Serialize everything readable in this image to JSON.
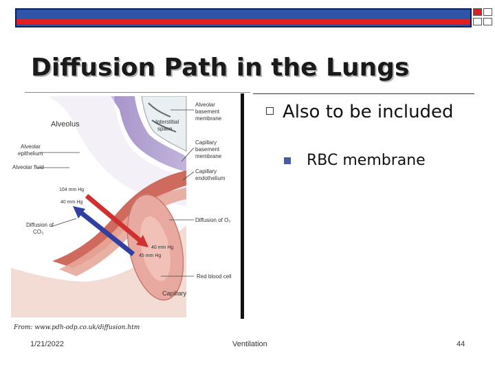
{
  "slide": {
    "title": "Diffusion Path in the Lungs",
    "bullet_main": "Also  to be included",
    "bullet_sub": "RBC membrane",
    "source": "From: www.pdh-odp.co.uk/diffusion.htm"
  },
  "footer": {
    "date": "1/21/2022",
    "center": "Ventilation",
    "page": "44"
  },
  "figure": {
    "labels": {
      "alveolus": "Alveolus",
      "interstitial_1": "Interstitial",
      "interstitial_2": "space",
      "alv_base_1": "Alveolar",
      "alv_base_2": "basement",
      "alv_base_3": "membrane",
      "alv_epi_1": "Alveolar",
      "alv_epi_2": "epithelium",
      "alv_fluid": "Alveolar fluid",
      "cap_base_1": "Capillary",
      "cap_base_2": "basement",
      "cap_base_3": "membrane",
      "cap_endo_1": "Capillary",
      "cap_endo_2": "endothelium",
      "p104": "104 mm Hg",
      "p40a": "40 mm Hg",
      "diff_co2_1": "Diffusion of",
      "diff_co2_2": "CO₂",
      "diff_o2": "Diffusion of O₂",
      "p40b": "40 mm Hg",
      "p45": "45 mm Hg",
      "rbc": "Red blood cell",
      "capillary": "Capillary"
    }
  },
  "colors": {
    "title_bar": "#2f55a8",
    "title_bar_stripe": "#e02020",
    "o2_arrow": "#d03030",
    "co2_arrow": "#3040a0",
    "bullet_sub": "#4a5aa6"
  }
}
